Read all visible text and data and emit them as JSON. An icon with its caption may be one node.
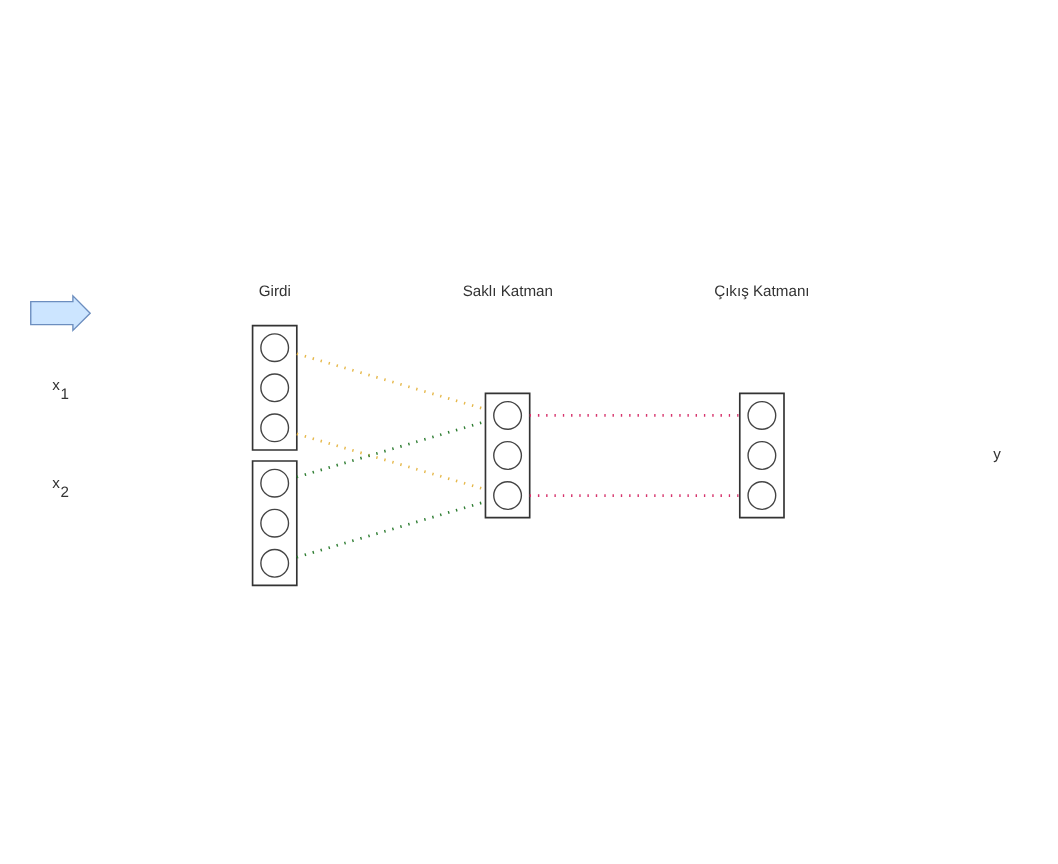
{
  "diagram": {
    "nodes": [
      {
        "text": [],
        "shape": "arrow"
      },
      {
        "text": [],
        "shape": "box"
      },
      {
        "text": [],
        "shape": "circle",
        "in": 1
      },
      {
        "text": [],
        "shape": "circle",
        "in": 1
      },
      {
        "text": [],
        "shape": "circle",
        "in": 1
      },
      {
        "text": [],
        "shape": "box"
      },
      {
        "text": [],
        "shape": "circle",
        "in": 5
      },
      {
        "text": [],
        "shape": "circle",
        "in": 5
      },
      {
        "text": [],
        "shape": "circle",
        "in": 5
      },
      {
        "text": [],
        "shape": "box"
      },
      {
        "text": [],
        "shape": "circle",
        "in": 9
      },
      {
        "text": [],
        "shape": "circle",
        "in": 9
      },
      {
        "text": [],
        "shape": "circle",
        "in": 9
      },
      {
        "text": [],
        "shape": "box"
      },
      {
        "text": [],
        "shape": "circle",
        "in": 13
      },
      {
        "text": [],
        "shape": "circle",
        "in": 13
      },
      {
        "text": [],
        "shape": "circle",
        "in": 13
      }
    ],
    "edges": [
      {
        "from": 1,
        "to": 9,
        "arrow": "none",
        "style": "dashed",
        "color": "#e6b84a"
      },
      {
        "from": 1,
        "to": 9,
        "arrow": "none",
        "style": "dashed",
        "color": "#e6b84a"
      },
      {
        "from": 5,
        "to": 9,
        "arrow": "none",
        "style": "dashed",
        "color": "#2e7d32"
      },
      {
        "from": 5,
        "to": 9,
        "arrow": "none",
        "style": "dashed",
        "color": "#2e7d32"
      },
      {
        "from": 9,
        "to": 13,
        "arrow": "none",
        "style": "dashed",
        "color": "#d6336c"
      },
      {
        "from": 9,
        "to": 13,
        "arrow": "none",
        "style": "dashed",
        "color": "#d6336c"
      }
    ],
    "labels": [
      "Girdi",
      "Saklı Katman",
      "Çıkış Katmanı",
      "x$_{1}$",
      "x$_{2}$",
      "y"
    ]
  }
}
